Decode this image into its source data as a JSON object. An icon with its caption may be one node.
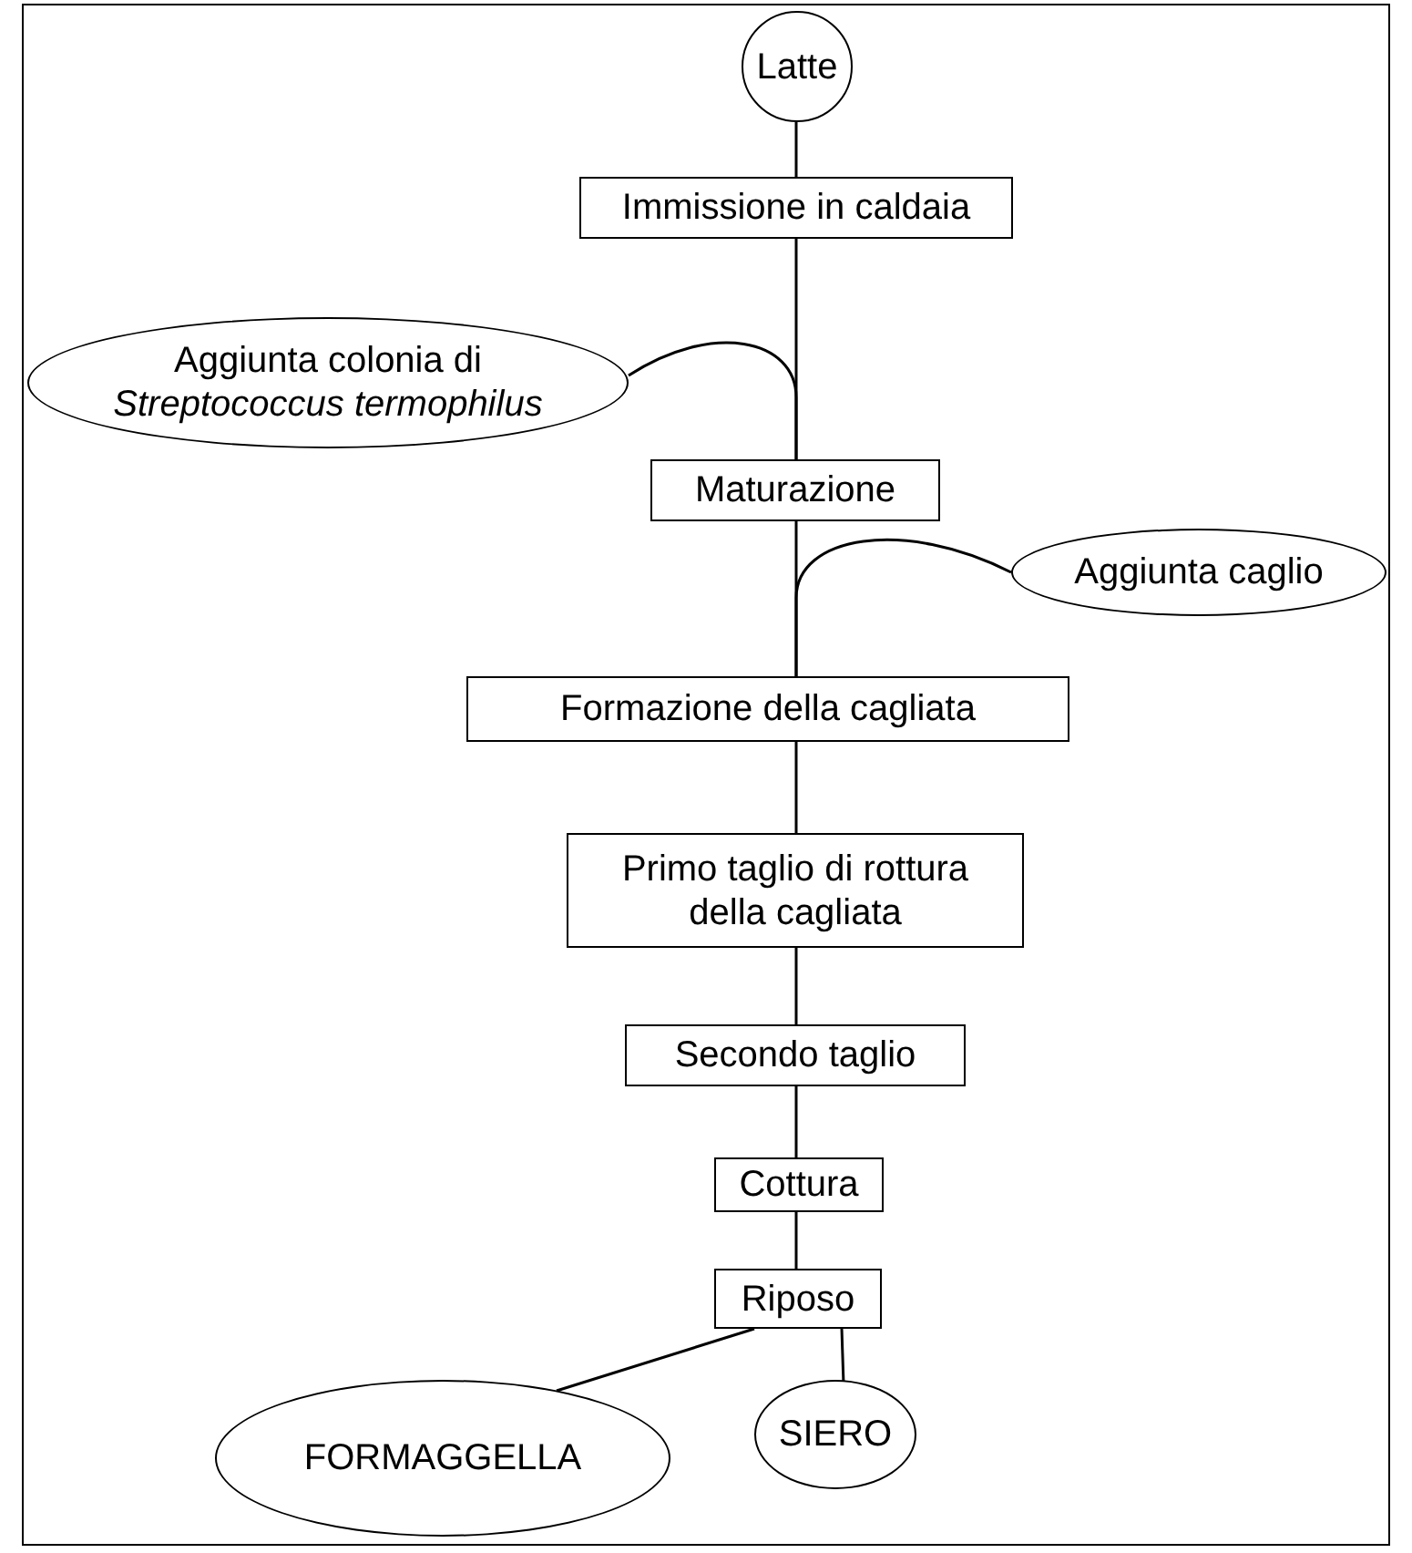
{
  "diagram": {
    "nodes": [
      {
        "text": [
          "Latte"
        ]
      },
      {
        "text": [
          "Immissione in caldaia"
        ]
      },
      {
        "text": [
          "Aggiunta colonia di *Streptococcus termophilus*"
        ]
      },
      {
        "text": [
          "Maturazione"
        ]
      },
      {
        "text": [
          "Aggiunta caglio"
        ]
      },
      {
        "text": [
          "Formazione della cagliata"
        ]
      },
      {
        "text": [
          "Primo taglio di rottura della cagliata"
        ]
      },
      {
        "text": [
          "Secondo taglio"
        ]
      },
      {
        "text": [
          "Cottura"
        ]
      },
      {
        "text": [
          "Riposo"
        ]
      },
      {
        "text": [
          "FORMAGGELLA"
        ]
      },
      {
        "text": [
          "SIERO"
        ]
      }
    ],
    "edges": [
      {
        "from": 0,
        "to": 1,
        "arrow": "none"
      },
      {
        "from": 1,
        "to": 3,
        "arrow": "none"
      },
      {
        "from": 2,
        "to": 3,
        "arrow": "none"
      },
      {
        "from": 3,
        "to": 5,
        "arrow": "none"
      },
      {
        "from": 4,
        "to": 5,
        "arrow": "none"
      },
      {
        "from": 5,
        "to": 6,
        "arrow": "none"
      },
      {
        "from": 6,
        "to": 7,
        "arrow": "none"
      },
      {
        "from": 7,
        "to": 8,
        "arrow": "none"
      },
      {
        "from": 8,
        "to": 9,
        "arrow": "none"
      },
      {
        "from": 9,
        "to": 10,
        "arrow": "none"
      },
      {
        "from": 9,
        "to": 11,
        "arrow": "none"
      }
    ]
  }
}
